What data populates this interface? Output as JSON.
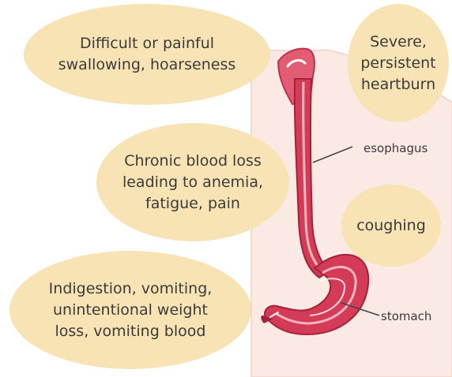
{
  "symptoms": {
    "swallowing": "Difficult or painful\nswallowing, hoarseness",
    "heartburn": "Severe,\npersistent\nheartburn",
    "blood_loss": "Chronic blood loss\nleading to anemia,\nfatigue, pain",
    "coughing": "coughing",
    "indigestion": "Indigestion, vomiting,\nunintentional weight\nloss, vomiting blood"
  },
  "labels": {
    "esophagus": "esophagus",
    "stomach": "stomach"
  },
  "colors": {
    "bubble": "#f7e3b3",
    "skin": "#fbe9e4",
    "organ": "#d33b57",
    "organ_dark": "#a32239"
  }
}
